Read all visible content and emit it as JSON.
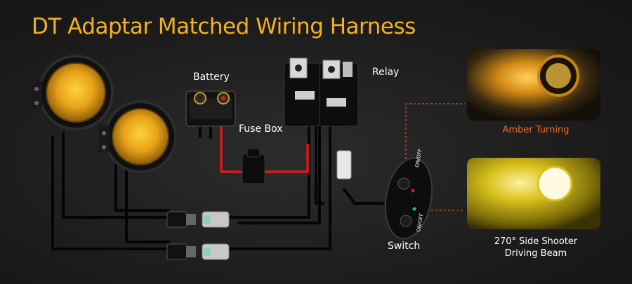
{
  "title": "DT Adaptar Matched Wiring Harness",
  "labels": {
    "battery": "Battery",
    "relay": "Relay",
    "fuse_box": "Fuse Box",
    "switch": "Switch"
  },
  "switch_buttons": {
    "top": "ON/OFF",
    "bottom": "ON/OFF"
  },
  "panels": {
    "amber": {
      "caption": "Amber Turning"
    },
    "driving": {
      "caption_line1": "270° Side Shooter",
      "caption_line2": "Driving Beam"
    }
  },
  "colors": {
    "title": "#f3b21c",
    "amber_caption": "#f06a1f",
    "wire_red": "#e01818",
    "lens_amber": "#e8a21a",
    "guide_line": "#d05a18"
  }
}
